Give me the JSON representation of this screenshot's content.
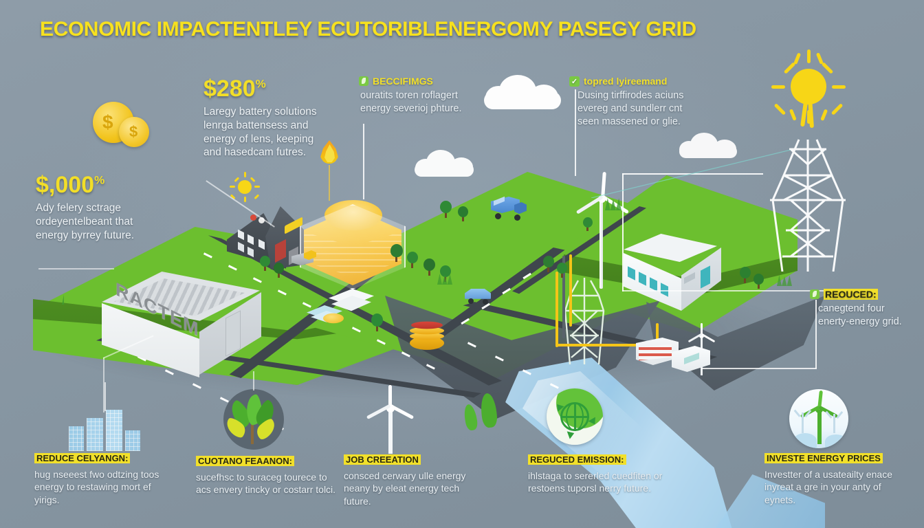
{
  "title": "ECONOMIC IMPACTENTLEY ECUTORIBLENERGOMY PASEGY GRID",
  "colors": {
    "background": "#8b9aa6",
    "title_yellow": "#f7e11e",
    "accent_green": "#6cbf2f",
    "check_green": "#7ac943",
    "body_text": "#eef3f6",
    "gold": "#f5c518",
    "road": "#3c4349",
    "water_blue": "#a8d5f2"
  },
  "stats": [
    {
      "id": "stat-280",
      "value": "$280",
      "suffix": "%",
      "body": "Laregy battery solutions lenrga battensess and energy of lens, keeping and hasedcam futres."
    },
    {
      "id": "stat-000",
      "value": "$,000",
      "suffix": "%",
      "body": "Ady felery sctrage ordeyentelbeant that energy byrrey future."
    }
  ],
  "callouts": [
    {
      "id": "callout-benefits",
      "icon": "leaf-badge-icon",
      "head": "BECCIFIMGS",
      "body": "ouratits toren roflagert energy severioj phture."
    },
    {
      "id": "callout-demand",
      "icon": "check-icon",
      "head": "topred lyireemand",
      "body": "Dusing tirffirodes aciuns evereg and sundlerr cnt seen massened or glie."
    },
    {
      "id": "callout-reduced",
      "icon": "leaf-badge-icon",
      "head": "REOUCED:",
      "body": "canegtend four enerty-energy grid."
    }
  ],
  "bottom_items": [
    {
      "id": "bottom-reduce",
      "icon": "city-buildings-icon",
      "head": "REDUCE CELYANGN:",
      "body": "hug nseeest fwo odtzing toos energy to restawing mort ef yirigs."
    },
    {
      "id": "bottom-custano",
      "icon": "leaf-circle-icon",
      "head": "CUOTANO FEAANON:",
      "body": "sucefhsc to suraceg tourece to acs envery tincky or costarr tolci."
    },
    {
      "id": "bottom-jobs",
      "icon": "wind-turbine-icon",
      "head": "JOB CREEATION",
      "body": "consced cerwary ulle energy neany by eleat energy tech future."
    },
    {
      "id": "bottom-emission",
      "icon": "globe-recycle-icon",
      "head": "REGUCED EMISSION:",
      "body": "ihlstaga to sererled cuedfiten or restoens tuporsl nerry future."
    },
    {
      "id": "bottom-invest",
      "icon": "wind-turbine-circle-icon",
      "head": "INVESTE ENERGY PRICES",
      "body": "Investter of a usateailty enace inyreat a gre in your anty of eynets."
    }
  ],
  "scene": {
    "warehouse_label": "RACTEM",
    "icons": {
      "sun_left": "sun-icon",
      "sun_right": "sun-icon",
      "flame": "flame-icon",
      "coins_left": "gold-coins-icon",
      "coin_vault": "coin-vault-icon",
      "wind_turbine": "wind-turbine-icon",
      "pylon_large": "transmission-tower-icon",
      "pylon_small": "transmission-tower-icon",
      "factory": "factory-building-icon",
      "truck": "delivery-truck-icon",
      "car": "electric-car-icon",
      "river": "river-icon",
      "cloud_1": "cloud-icon",
      "cloud_2": "cloud-icon",
      "cloud_3": "cloud-icon",
      "battery_container": "battery-container-icon"
    }
  }
}
